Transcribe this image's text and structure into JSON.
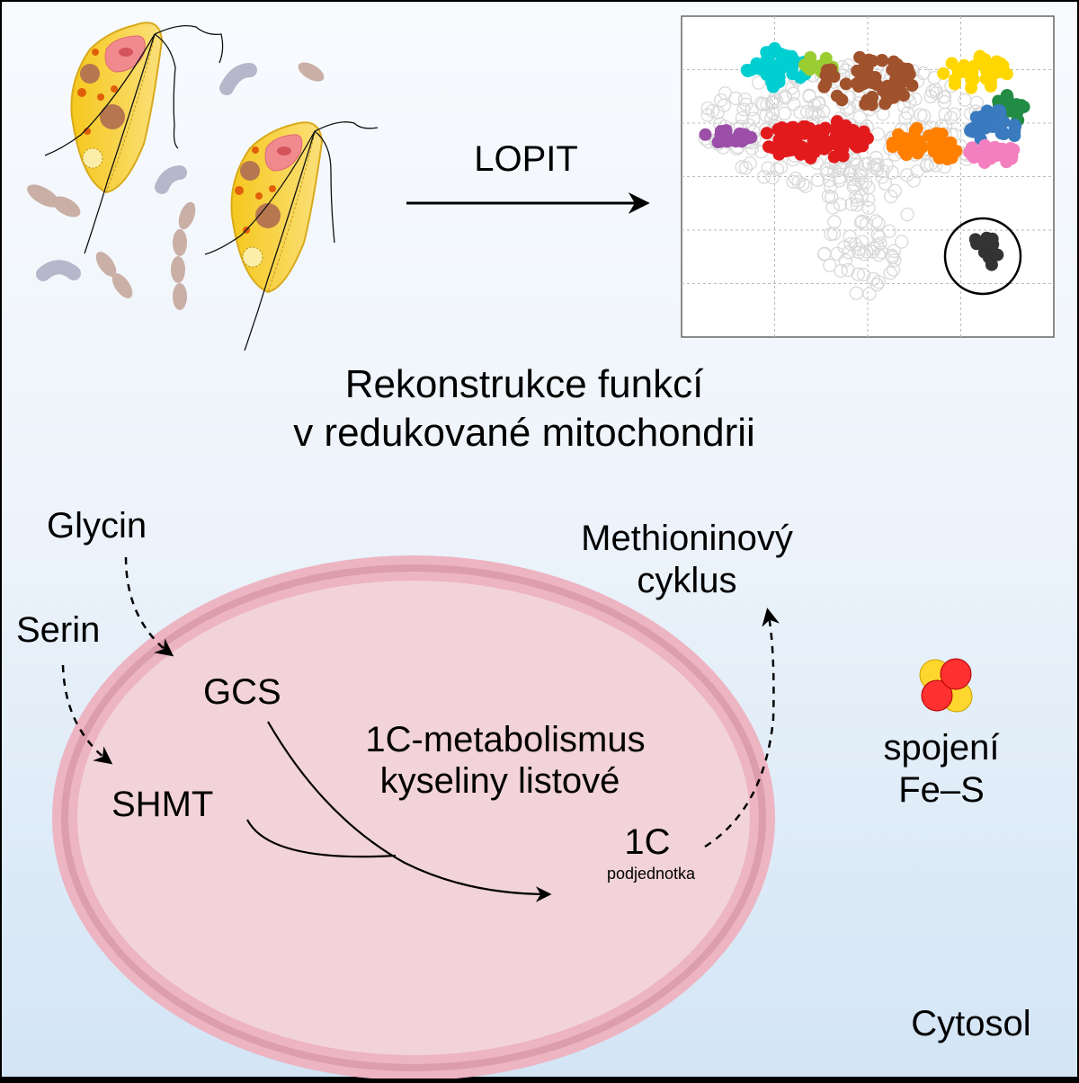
{
  "top": {
    "arrow_label": "LOPIT",
    "title_line1": "Rekonstrukce funkcí",
    "title_line2": "v redukované mitochondrii"
  },
  "illustration": {
    "organisms": [
      "flagellate-protist",
      "flagellate-protist"
    ],
    "bacteria_count": 9
  },
  "plot": {
    "grid": true,
    "cluster_colors": {
      "cyan": "#00CED1",
      "lime": "#9ACD32",
      "brown": "#A0522D",
      "yellow": "#FFD700",
      "green": "#228B44",
      "blue": "#3A7ABF",
      "purple": "#9B4FA8",
      "red": "#E31A1C",
      "orange": "#FF7F00",
      "pink": "#F47FC0",
      "highlight": "#333333",
      "background": "#D9D9D9"
    }
  },
  "pathway": {
    "inputs": [
      "Glycin",
      "Serin"
    ],
    "enzymes": [
      "GCS",
      "SHMT"
    ],
    "center_line1": "1C-metabolismus",
    "center_line2": "kyseliny listové",
    "product": "1C",
    "product_sub": "podjednotka",
    "output_line1": "Methioninový",
    "output_line2": "cyklus",
    "fes_line1": "spojení",
    "fes_line2": "Fe–S",
    "compartment": "Cytosol"
  },
  "colors": {
    "bg_top": "#F7FAFD",
    "bg_bottom": "#D4E6F5",
    "mito_outer": "#EDB4C2",
    "mito_band": "#DC9DAC",
    "mito_inner": "#F2D3DA",
    "cell_yellow": "#F6D34A",
    "iron": "#FF3030",
    "sulfur": "#FFD62E"
  }
}
